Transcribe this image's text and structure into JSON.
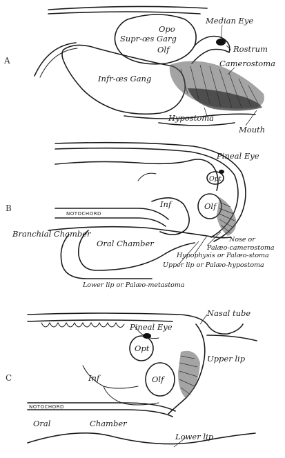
{
  "panels": {
    "a": {
      "letter": "A",
      "labels": {
        "median_eye": "Median Eye",
        "opo": "Opo",
        "supra_gang": "Supr-œs Garg",
        "olf": "Olf",
        "rostrum": "Rostrum",
        "camerostoma": "Camerostoma",
        "infra_gang": "Infr-œs Gang",
        "hypostoma": "Hypostoma",
        "mouth": "Mouth"
      }
    },
    "b": {
      "letter": "B",
      "labels": {
        "pineal_eye": "Pineal Eye",
        "opt": "Opt",
        "notochord": "NOTOCHORD",
        "inf": "Inf",
        "olf": "Olf",
        "branchial_chamber": "Branchial Chamber",
        "oral_chamber": "Oral Chamber",
        "nose_1": "Nose or",
        "nose_2": "Palæo-camerostoma",
        "hypophysis": "Hypophysis or Palæo-stoma",
        "upper_lip": "Upper lip or Palæo-hypostoma",
        "lower_lip": "Lower lip or Palæo-metastoma"
      }
    },
    "c": {
      "letter": "C",
      "labels": {
        "pineal_eye": "Pineal Eye",
        "nasal_tube": "Nasal tube",
        "opt": "Opt",
        "olf": "Olf",
        "upper_lip": "Upper lip",
        "inf": "Inf",
        "notochord": "NOTOCHORD",
        "oral": "Oral",
        "chamber": "Chamber",
        "lower_lip": "Lower lip"
      }
    }
  }
}
